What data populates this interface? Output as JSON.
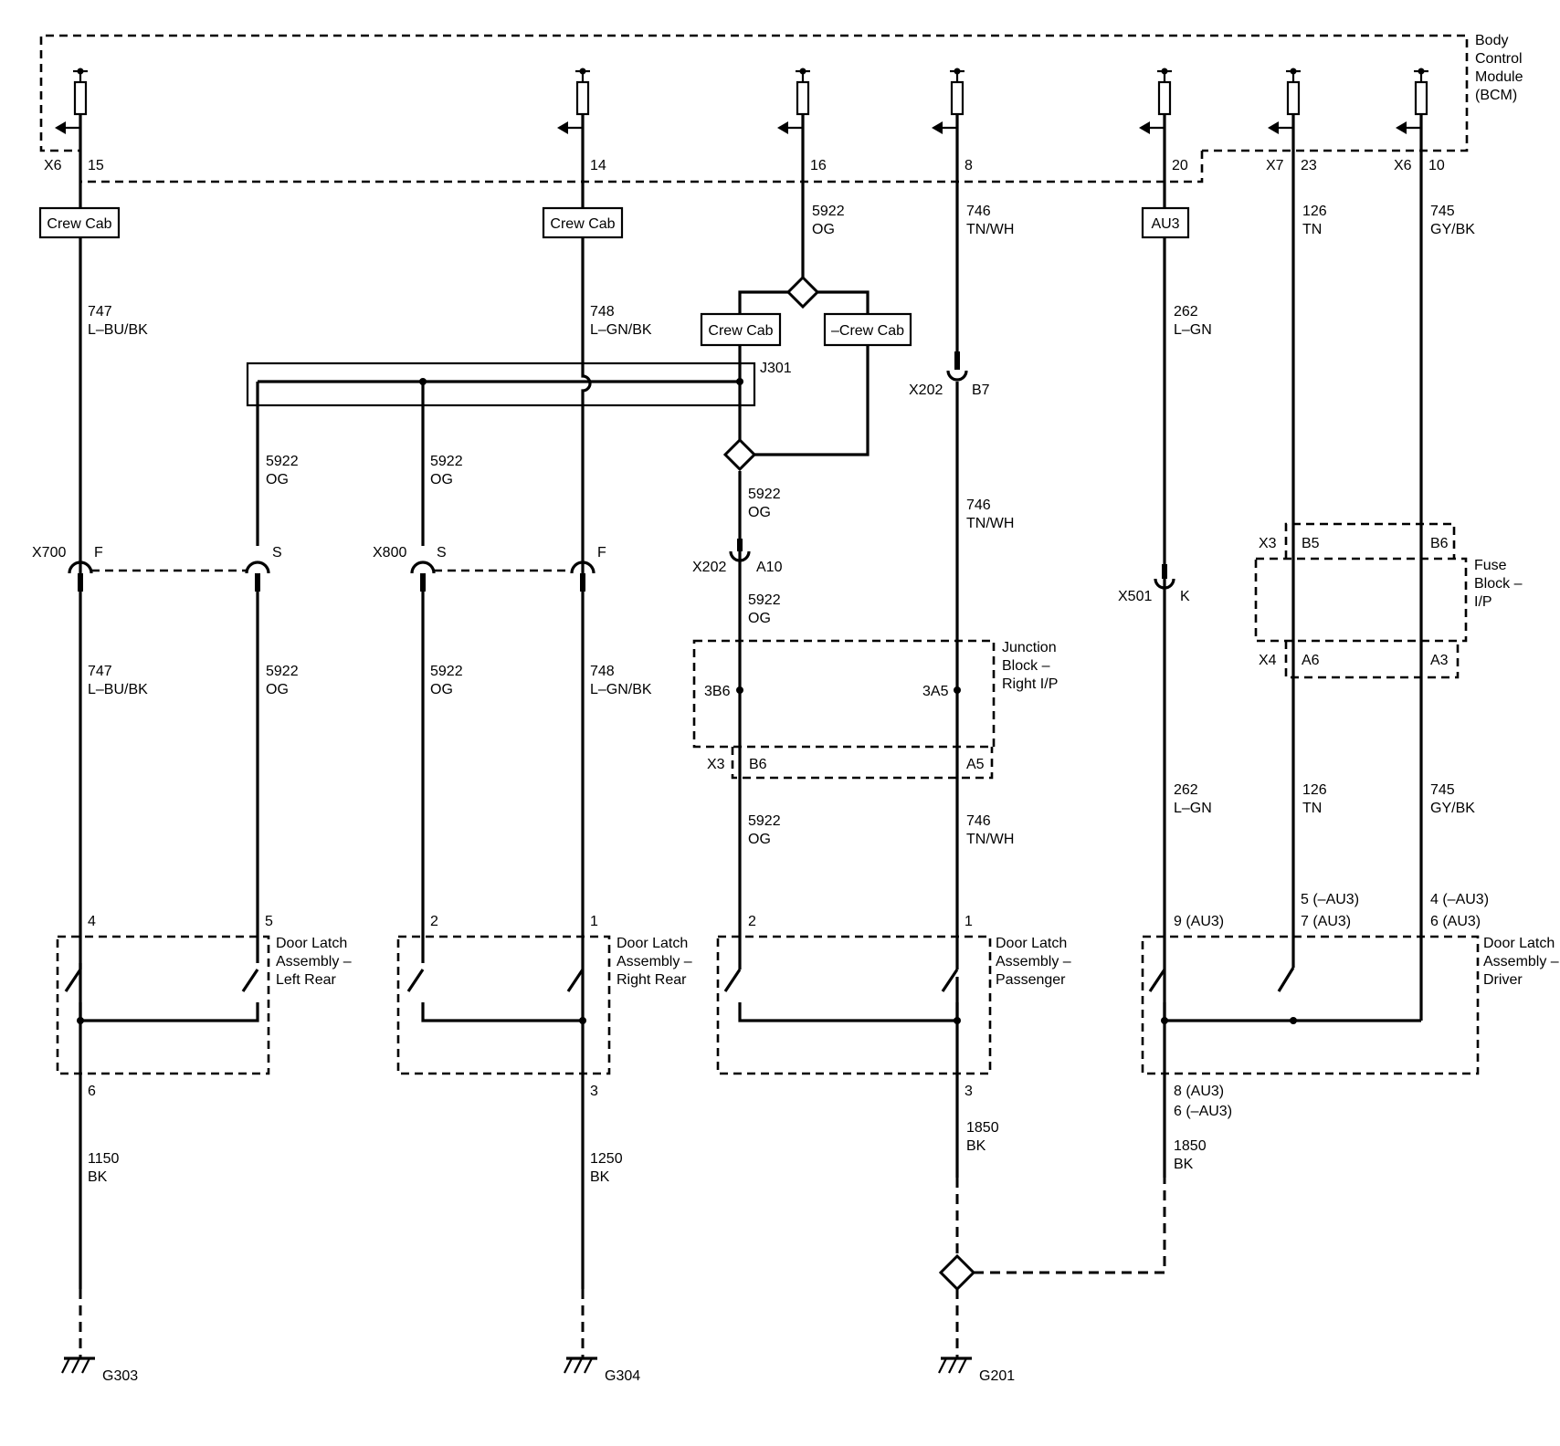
{
  "bcm": {
    "l1": "Body",
    "l2": "Control",
    "l3": "Module",
    "l4": "(BCM)"
  },
  "bcm_pins": [
    {
      "conn": "X6",
      "pin": "15"
    },
    {
      "conn": "",
      "pin": "14"
    },
    {
      "conn": "",
      "pin": "16"
    },
    {
      "conn": "",
      "pin": "8"
    },
    {
      "conn": "",
      "pin": "20"
    },
    {
      "conn": "X7",
      "pin": "23"
    },
    {
      "conn": "X6",
      "pin": "10"
    }
  ],
  "option_boxes": {
    "crew_cab": "Crew Cab",
    "not_crew_cab": "–Crew Cab",
    "au3": "AU3"
  },
  "splice_id": "J301",
  "wires": {
    "w747": {
      "circuit": "747",
      "color": "L–BU/BK"
    },
    "w748": {
      "circuit": "748",
      "color": "L–GN/BK"
    },
    "w5922": {
      "circuit": "5922",
      "color": "OG"
    },
    "w746": {
      "circuit": "746",
      "color": "TN/WH"
    },
    "w262": {
      "circuit": "262",
      "color": "L–GN"
    },
    "w126": {
      "circuit": "126",
      "color": "TN"
    },
    "w745": {
      "circuit": "745",
      "color": "GY/BK"
    },
    "w1150": {
      "circuit": "1150",
      "color": "BK"
    },
    "w1250": {
      "circuit": "1250",
      "color": "BK"
    },
    "w1850": {
      "circuit": "1850",
      "color": "BK"
    }
  },
  "connectors": {
    "x700": {
      "id": "X700",
      "pin_a": "F",
      "pin_b": "S"
    },
    "x800": {
      "id": "X800",
      "pin_a": "S",
      "pin_b": "F"
    },
    "x202_b7": {
      "id": "X202",
      "pin": "B7"
    },
    "x202_a10": {
      "id": "X202",
      "pin": "A10"
    },
    "x501": {
      "id": "X501",
      "pin": "K"
    }
  },
  "junction_block": {
    "l1": "Junction",
    "l2": "Block –",
    "l3": "Right I/P",
    "pin_left": "3B6",
    "pin_right": "3A5",
    "conn": "X3",
    "conn_left": "B6",
    "conn_right": "A5"
  },
  "fuse_block": {
    "l1": "Fuse",
    "l2": "Block –",
    "l3": "I/P",
    "top_conn": "X3",
    "top_left": "B5",
    "top_right": "B6",
    "bot_conn": "X4",
    "bot_left": "A6",
    "bot_right": "A3"
  },
  "latches": {
    "left_rear": {
      "l1": "Door Latch",
      "l2": "Assembly –",
      "l3": "Left Rear",
      "pin_a": "4",
      "pin_b": "5",
      "ground_pin": "6"
    },
    "right_rear": {
      "l1": "Door Latch",
      "l2": "Assembly –",
      "l3": "Right Rear",
      "pin_a": "2",
      "pin_b": "1",
      "ground_pin": "3"
    },
    "passenger": {
      "l1": "Door Latch",
      "l2": "Assembly –",
      "l3": "Passenger",
      "pin_a": "2",
      "pin_b": "1",
      "ground_pin": "3"
    },
    "driver": {
      "l1": "Door Latch",
      "l2": "Assembly –",
      "l3": "Driver",
      "pin_a": "9 (AU3)",
      "pin_b1": "5 (–AU3)",
      "pin_b2": "7 (AU3)",
      "pin_c1": "4 (–AU3)",
      "pin_c2": "6 (AU3)",
      "ground1": "8 (AU3)",
      "ground2": "6 (–AU3)"
    }
  },
  "grounds": {
    "g303": "G303",
    "g304": "G304",
    "g201": "G201"
  }
}
